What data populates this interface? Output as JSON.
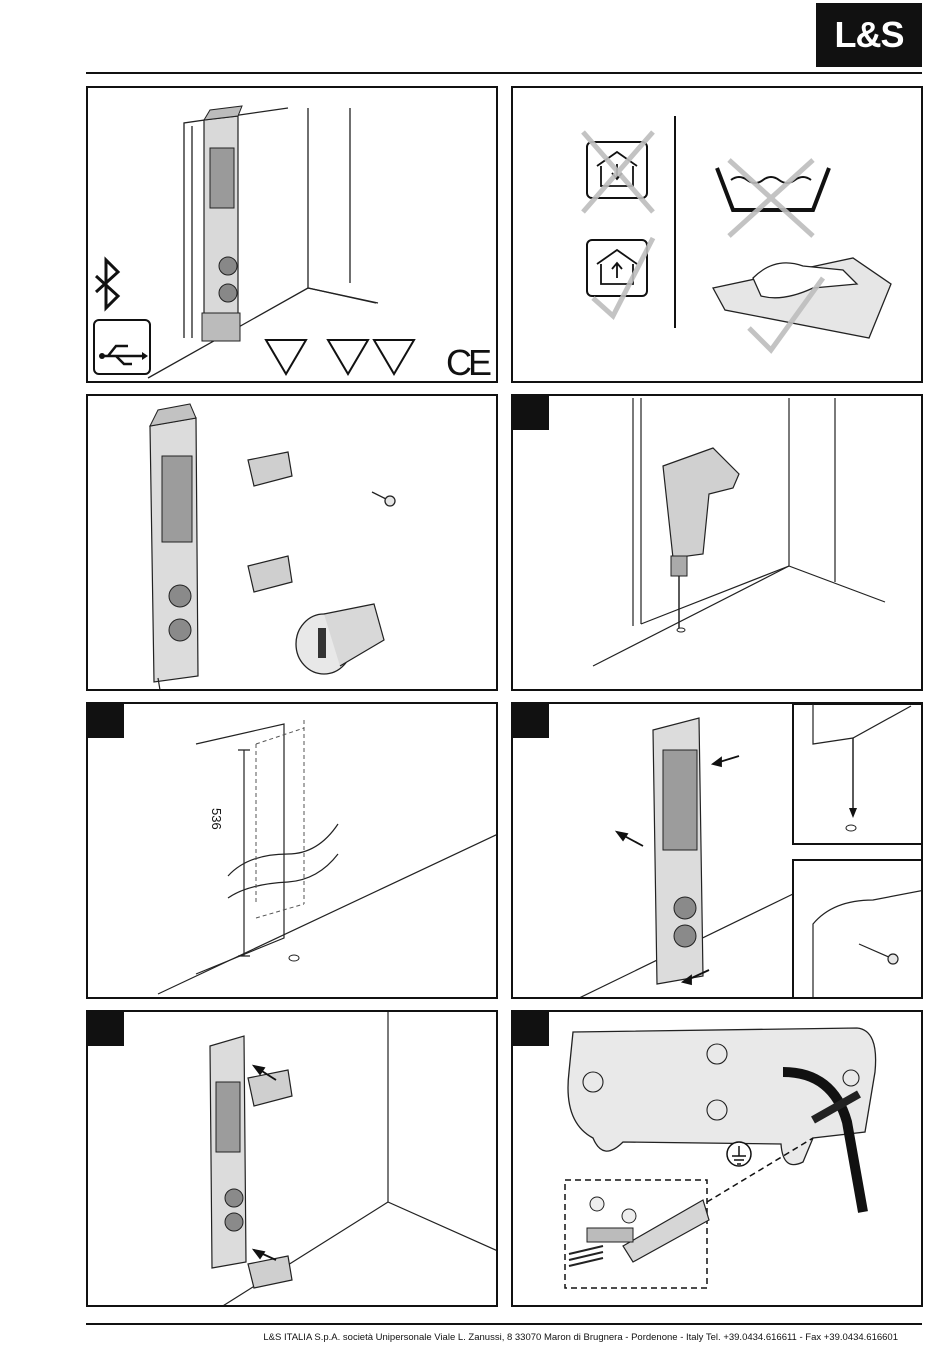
{
  "brand": {
    "logo_text": "L&S"
  },
  "panels": {
    "p1": {
      "icons": [
        "bluetooth-icon",
        "usb-icon",
        "triangle-icon",
        "ce-mark-icon"
      ],
      "ce_text": "CE"
    },
    "p2": {
      "icons": [
        "indoor-down-icon",
        "indoor-up-icon",
        "water-basin-icon",
        "dry-cloth-icon"
      ]
    },
    "p3": {
      "icons": [
        "end-cap-icon",
        "screw-icon",
        "plug-icon"
      ]
    },
    "p4": {
      "icons": [
        "drill-icon"
      ]
    },
    "p5": {
      "dimension": "536"
    },
    "p6": {
      "icons": [
        "screw-icon",
        "arrow-icon"
      ]
    },
    "p7": {
      "icons": [
        "end-cap-icon",
        "arrow-icon"
      ]
    },
    "p8": {
      "icons": [
        "ground-icon",
        "cable-clamp-icon"
      ]
    }
  },
  "footer": {
    "text": "L&S ITALIA S.p.A. società Unipersonale Viale L. Zanussi, 8  33070 Maron di Brugnera - Pordenone - Italy  Tel. +39.0434.616611 - Fax +39.0434.616601"
  }
}
